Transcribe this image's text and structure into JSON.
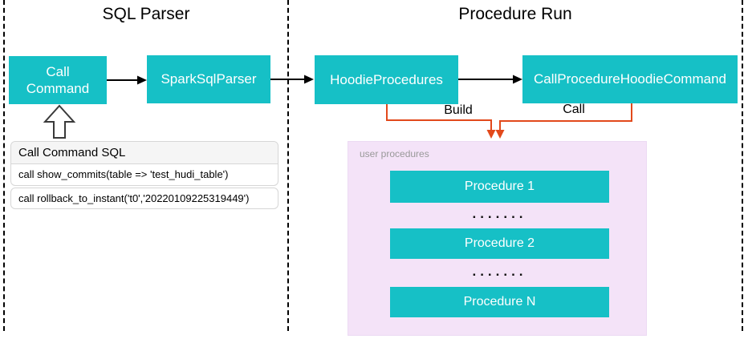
{
  "colors": {
    "node_teal": "#16C0C6",
    "container_pink": "#F4E3F8",
    "edge_orange": "#E2491B"
  },
  "panels": {
    "sql_parser": {
      "title": "SQL Parser"
    },
    "procedure_run": {
      "title": "Procedure Run"
    }
  },
  "nodes": {
    "call_command": "Call\nCommand",
    "spark_sql_parser": "SparkSqlParser",
    "hoodie_procedures": "HoodieProcedures",
    "call_procedure_hoodie_command": "CallProcedureHoodieCommand"
  },
  "edges": {
    "build": "Build",
    "call": "Call"
  },
  "sql_card": {
    "header": "Call Command SQL",
    "rows": [
      "call show_commits(table => 'test_hudi_table')",
      "call rollback_to_instant('t0','20220109225319449')"
    ]
  },
  "user_procedures": {
    "label": "user procedures",
    "items": [
      "Procedure 1",
      "Procedure 2",
      "Procedure N"
    ],
    "ellipsis": "......."
  }
}
